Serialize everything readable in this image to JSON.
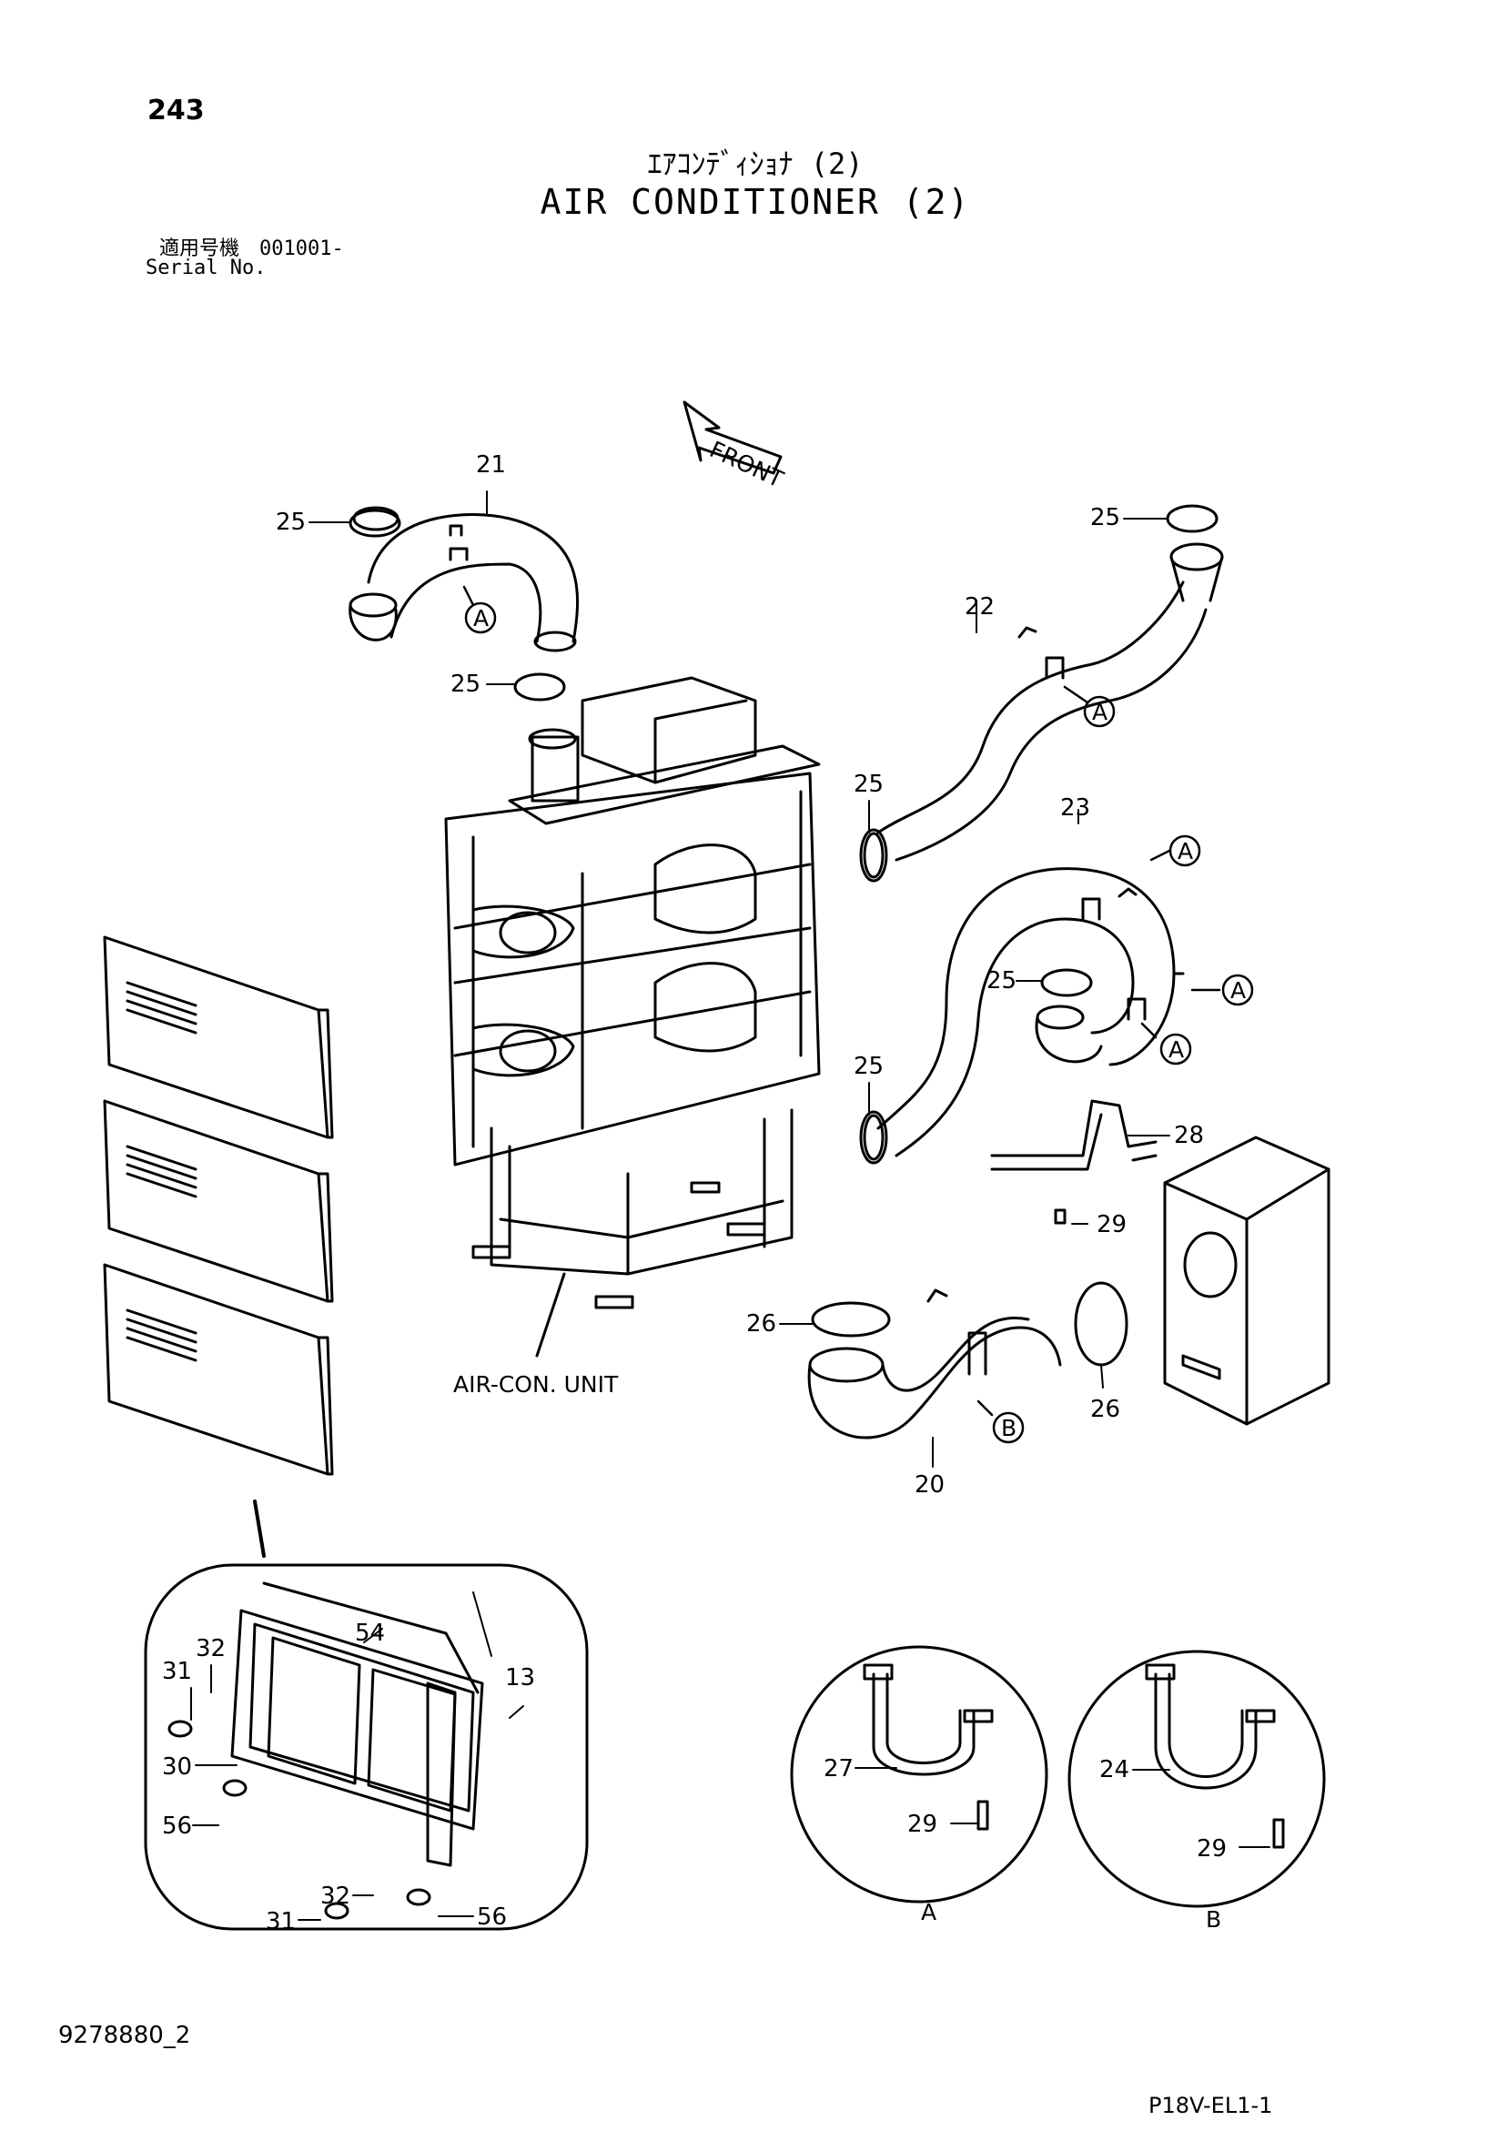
{
  "header": {
    "page_number": "243",
    "title_jp": "ｴｱｺﾝﾃﾞｨｼｮﾅ (2)",
    "title_en": "AIR CONDITIONER (2)",
    "serial_jp": "適用号機　001001-",
    "serial_en": "Serial No."
  },
  "footer": {
    "doc_number": "9278880_2",
    "page_code": "P18V-EL1-1"
  },
  "diagram": {
    "front_label": "FRONT",
    "unit_label": "AIR-CON. UNIT",
    "detail_a_label": "A",
    "detail_b_label": "B",
    "callouts": {
      "c21": "21",
      "c25a": "25",
      "c25b": "25",
      "c25c": "25",
      "c25d": "25",
      "c25e": "25",
      "c25f": "25",
      "c22": "22",
      "c23": "23",
      "c28": "28",
      "c29a": "29",
      "c26a": "26",
      "c26b": "26",
      "c20": "20",
      "c54": "54",
      "c13": "13",
      "c31a": "31",
      "c32a": "32",
      "c30": "30",
      "c56a": "56",
      "c32b": "32",
      "c31b": "31",
      "c56b": "56",
      "c27": "27",
      "c29b": "29",
      "c24": "24",
      "c29c": "29"
    },
    "ref_markers": {
      "mA1": "A",
      "mA2": "A",
      "mA3": "A",
      "mA4": "A",
      "mA5": "A",
      "mB1": "B"
    }
  }
}
